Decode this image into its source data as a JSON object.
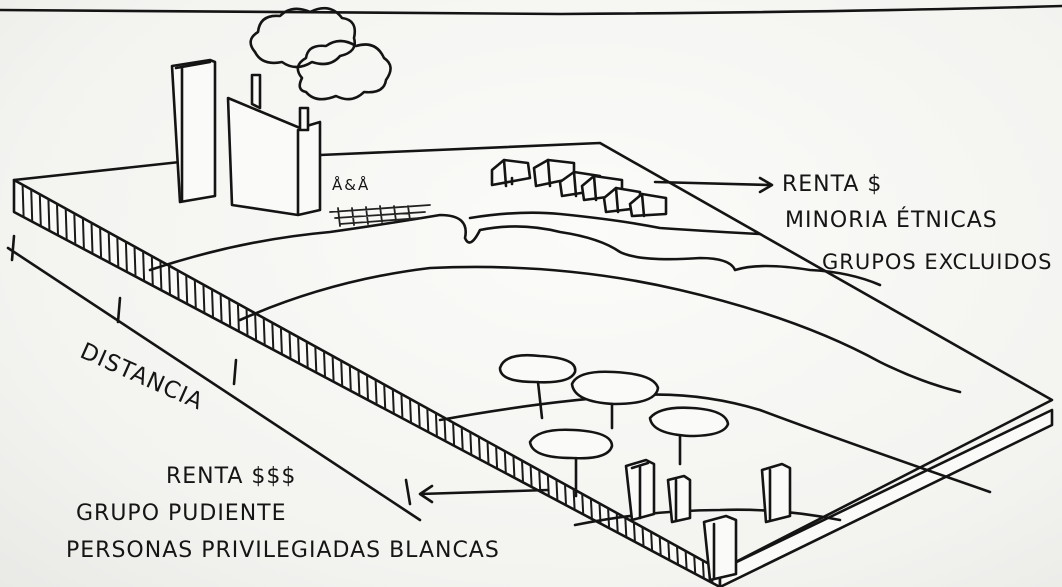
{
  "labels": {
    "renta_low": "RENTA $",
    "minority": "MINORIA ÉTNICAS",
    "excluded": "GRUPOS EXCLUIDOS",
    "distance": "DISTANCIA",
    "renta_high": "RENTA $$$",
    "wealthy": "GRUPO PUDIENTE",
    "privileged": "PERSONAS PRIVILEGIADAS BLANCAS",
    "people_marks": "Å&Å"
  },
  "colors": {
    "ink": "#141414",
    "paper": "#f6f6f3"
  }
}
